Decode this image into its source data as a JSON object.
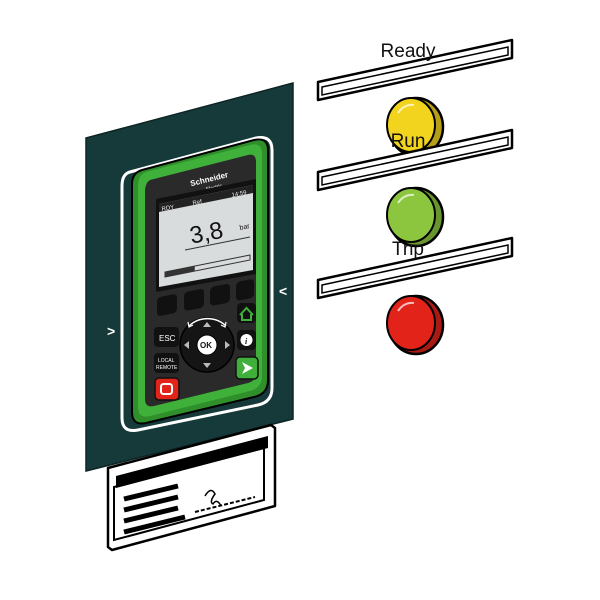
{
  "brand": {
    "name_line1": "Schneider",
    "name_line2": "Electric"
  },
  "display": {
    "status_left": "RDY",
    "status_mid": "Ref",
    "status_right": "14:59",
    "main_value": "3,8",
    "unit": "bar",
    "progress_fraction": 0.35
  },
  "keypad": {
    "esc_label": "ESC",
    "ok_label": "OK",
    "local_remote_line1": "LOCAL",
    "local_remote_line2": "REMOTE",
    "home_icon": "home-icon",
    "info_icon": "info-icon",
    "run_icon": "run-arrow-icon",
    "stop_icon": "stop-icon"
  },
  "nav_arrows": {
    "left": ">",
    "right": "<"
  },
  "indicators": [
    {
      "label": "Ready",
      "color": "#f2d41e"
    },
    {
      "label": "Run",
      "color": "#8cc63e"
    },
    {
      "label": "Trip",
      "color": "#e2231a"
    }
  ],
  "colors": {
    "panel": "#163a3a",
    "bezel": "#3fb03a",
    "keypad": "#2b2b2b"
  }
}
